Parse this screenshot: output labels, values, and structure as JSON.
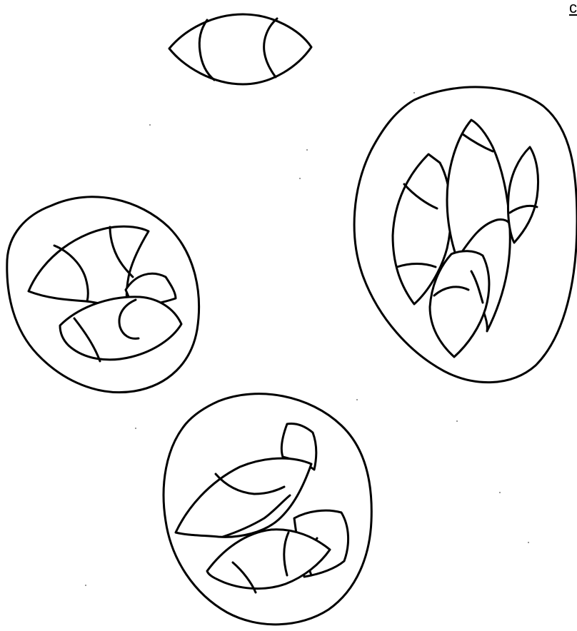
{
  "figure": {
    "corner_label": "c",
    "elements": [
      {
        "name": "single-spore",
        "kind": "free spore (lemon-shaped with polar caps)"
      },
      {
        "name": "oocyst-right",
        "kind": "oocyst with elongated sporocysts"
      },
      {
        "name": "oocyst-left",
        "kind": "oocyst with two sporocysts"
      },
      {
        "name": "oocyst-bottom",
        "kind": "oocyst with two sporocysts"
      }
    ],
    "line_color": "#000000",
    "background_color": "#ffffff"
  }
}
